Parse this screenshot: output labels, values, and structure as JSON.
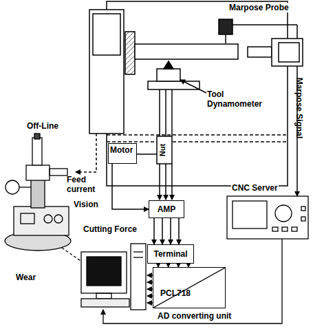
{
  "diagram": {
    "nodes": [
      {
        "text": [
          "Motor"
        ]
      },
      {
        "text": [
          "AMP"
        ]
      },
      {
        "text": [
          "Terminal"
        ]
      },
      {
        "text": [
          "PCL718"
        ]
      }
    ],
    "edges": [
      {
        "from": 0,
        "to": 1,
        "label": "Feed current",
        "arrow": "to"
      },
      {
        "from": 1,
        "to": 2,
        "label": "Cutting Force",
        "arrow": "to"
      },
      {
        "from": 2,
        "to": 3,
        "arrow": "to"
      }
    ],
    "labels": [
      "Marpose Probe",
      "Marpose Signal",
      "Tool Dynamometer",
      "Off-Line",
      "Vision",
      "CNC Server",
      "Wear",
      "AD converting unit",
      "Nut"
    ]
  }
}
